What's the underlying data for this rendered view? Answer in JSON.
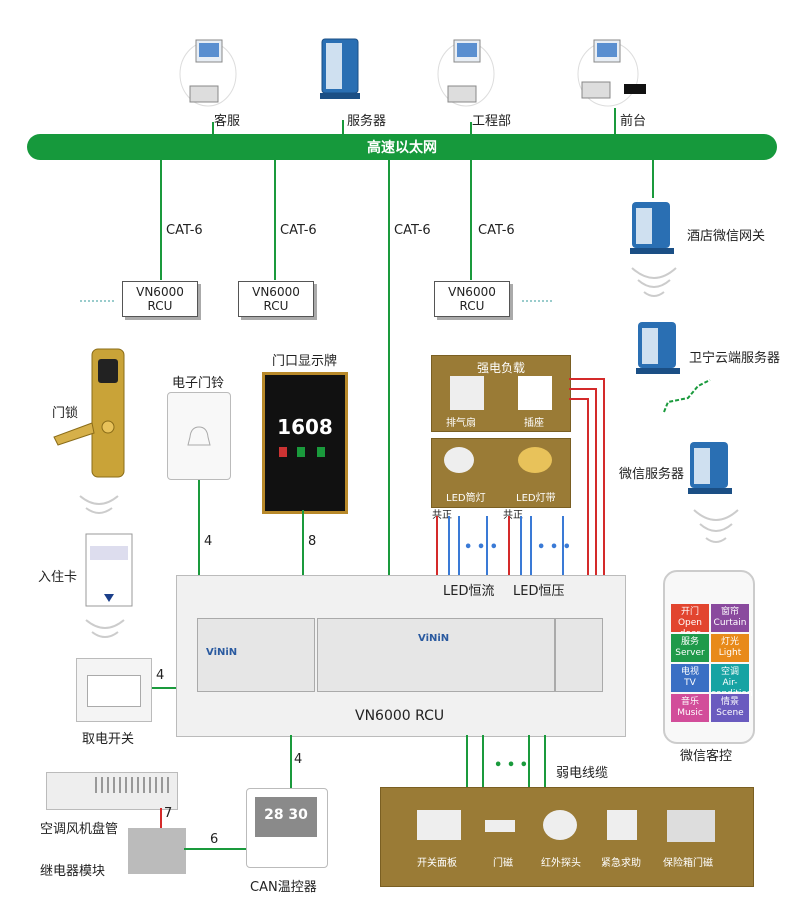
{
  "top_nodes": [
    {
      "label": "客服"
    },
    {
      "label": "服务器"
    },
    {
      "label": "工程部"
    },
    {
      "label": "前台"
    }
  ],
  "bus_label": "高速以太网",
  "cable_labels": [
    "CAT-6",
    "CAT-6",
    "CAT-6",
    "CAT-6"
  ],
  "rcu_boxes": [
    {
      "line1": "VN6000",
      "line2": "RCU"
    },
    {
      "line1": "VN6000",
      "line2": "RCU"
    },
    {
      "line1": "VN6000",
      "line2": "RCU"
    }
  ],
  "right_servers": [
    {
      "label": "酒店微信网关"
    },
    {
      "label": "卫宁云端服务器"
    },
    {
      "label": "微信服务器"
    }
  ],
  "left_devices": {
    "door_lock": "门锁",
    "doorbell": "电子门铃",
    "door_display": "门口显示牌",
    "door_display_number": "1608",
    "checkin_card": "入住卡",
    "power_switch": "取电开关",
    "ac_coil": "空调风机盘管",
    "relay_module": "继电器模块",
    "can_thermostat": "CAN温控器",
    "thermostat_reading": "28 30"
  },
  "strong_load": {
    "title": "强电负载",
    "items": [
      "排气扇",
      "插座"
    ]
  },
  "led_load": {
    "items": [
      "LED筒灯",
      "LED灯带"
    ],
    "common_labels": [
      "共正",
      "共正"
    ]
  },
  "led_labels": [
    "LED恒流",
    "LED恒压"
  ],
  "wire_counts": {
    "doorbell": "4",
    "display": "8",
    "power_switch": "4",
    "thermostat": "4",
    "relay": "7",
    "relay_thermo": "6"
  },
  "center": {
    "label": "VN6000 RCU",
    "brand": "ViNiN"
  },
  "weak_cable_label": "弱电线缆",
  "weak_items": [
    "开关面板",
    "门磁",
    "红外探头",
    "紧急求助",
    "保险箱门磁"
  ],
  "wechat": {
    "label": "微信客控",
    "tiles": [
      {
        "cn": "开门",
        "en": "Open door",
        "color": "#e2452f"
      },
      {
        "cn": "窗帘",
        "en": "Curtain",
        "color": "#8a4a9e"
      },
      {
        "cn": "服务",
        "en": "Server",
        "color": "#1f9a4a"
      },
      {
        "cn": "灯光",
        "en": "Light",
        "color": "#e88a1a"
      },
      {
        "cn": "电视",
        "en": "TV",
        "color": "#3a6fc4"
      },
      {
        "cn": "空调",
        "en": "Air-condition",
        "color": "#17a3a3"
      },
      {
        "cn": "音乐",
        "en": "Music",
        "color": "#d24d9a"
      },
      {
        "cn": "情景",
        "en": "Scene",
        "color": "#6a5bbf"
      }
    ]
  }
}
